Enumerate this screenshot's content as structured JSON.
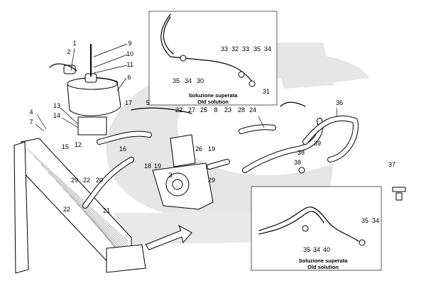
{
  "diagram": {
    "inset_top": {
      "caption_line1": "Soluzione superata",
      "caption_line2": "Old solution",
      "labels": [
        "35",
        "34",
        "30",
        "33",
        "32",
        "33",
        "35",
        "34",
        "31"
      ]
    },
    "inset_bottom": {
      "caption_line1": "Soluzione superata",
      "caption_line2": "Old solution",
      "labels": [
        "35",
        "34",
        "40",
        "35",
        "34"
      ]
    },
    "main_labels": [
      "1",
      "2",
      "9",
      "10",
      "11",
      "6",
      "13",
      "14",
      "17",
      "5",
      "4",
      "7",
      "22",
      "27",
      "25",
      "8",
      "23",
      "28",
      "24",
      "36",
      "15",
      "12",
      "16",
      "18",
      "19",
      "26",
      "19",
      "3",
      "22",
      "20",
      "21",
      "29",
      "22",
      "29",
      "38",
      "39",
      "38",
      "37"
    ]
  }
}
